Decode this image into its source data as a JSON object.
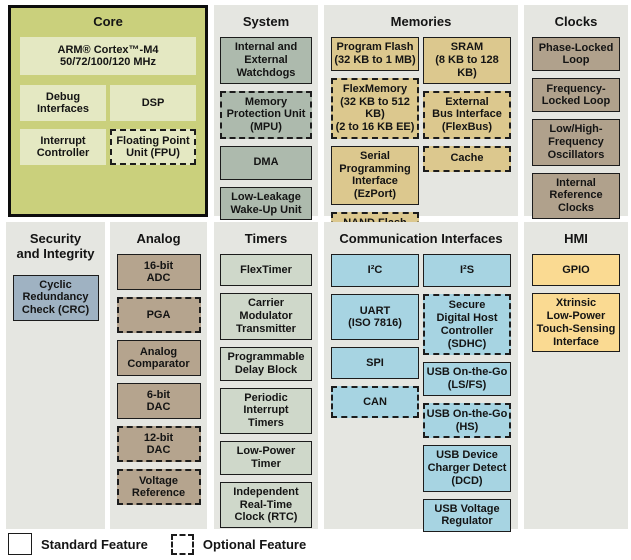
{
  "sections": {
    "core": {
      "title": "Core",
      "blocks": {
        "arm": "ARM® Cortex™-M4\n50/72/100/120 MHz",
        "debug": "Debug\nInterfaces",
        "dsp": "DSP",
        "interrupt": "Interrupt\nController",
        "fpu": "Floating Point\nUnit (FPU)"
      }
    },
    "system": {
      "title": "System",
      "blocks": {
        "watchdogs": "Internal and\nExternal\nWatchdogs",
        "mpu": "Memory\nProtection Unit\n(MPU)",
        "dma": "DMA",
        "llwu": "Low-Leakage\nWake-Up Unit"
      }
    },
    "memories": {
      "title": "Memories",
      "blocks": {
        "program_flash": "Program Flash\n(32 KB to 1 MB)",
        "flexmemory": "FlexMemory\n(32 KB to 512 KB)\n(2 to 16 KB EE)",
        "ezport": "Serial\nProgramming\nInterface\n(EzPort)",
        "nand": "NAND Flash\nController",
        "sram": "SRAM\n(8 KB to 128 KB)",
        "flexbus": "External\nBus Interface\n(FlexBus)",
        "cache": "Cache"
      }
    },
    "clocks": {
      "title": "Clocks",
      "blocks": {
        "pll": "Phase-Locked\nLoop",
        "fll": "Frequency-\nLocked Loop",
        "osc": "Low/High-\nFrequency\nOscillators",
        "irc": "Internal\nReference\nClocks"
      }
    },
    "security": {
      "title": "Security\nand Integrity",
      "blocks": {
        "crc": "Cyclic\nRedundancy\nCheck (CRC)"
      }
    },
    "analog": {
      "title": "Analog",
      "blocks": {
        "adc": "16-bit\nADC",
        "pga": "PGA",
        "comparator": "Analog\nComparator",
        "dac6": "6-bit\nDAC",
        "dac12": "12-bit\nDAC",
        "vref": "Voltage\nReference"
      }
    },
    "timers": {
      "title": "Timers",
      "blocks": {
        "flextimer": "FlexTimer",
        "cmt": "Carrier\nModulator\nTransmitter",
        "pdb": "Programmable\nDelay Block",
        "pit": "Periodic\nInterrupt\nTimers",
        "lptmr": "Low-Power\nTimer",
        "rtc": "Independent\nReal-Time\nClock (RTC)"
      }
    },
    "comm": {
      "title": "Communication Interfaces",
      "blocks": {
        "i2c": "I²C",
        "uart": "UART\n(ISO 7816)",
        "spi": "SPI",
        "can": "CAN",
        "i2s": "I²S",
        "sdhc": "Secure\nDigital Host\nController\n(SDHC)",
        "usb_otg_fs": "USB On-the-Go\n(LS/FS)",
        "usb_otg_hs": "USB On-the-Go\n(HS)",
        "usb_dcd": "USB Device\nCharger Detect\n(DCD)",
        "usb_reg": "USB Voltage\nRegulator"
      }
    },
    "hmi": {
      "title": "HMI",
      "blocks": {
        "gpio": "GPIO",
        "tsi": "Xtrinsic\nLow-Power\nTouch-Sensing\nInterface"
      }
    }
  },
  "legend": {
    "standard": "Standard Feature",
    "optional": "Optional Feature"
  },
  "colors": {
    "panel_bg": "#e5e6e1",
    "core_bg": "#cad07c",
    "core_blk": "#e4e8c2",
    "system_blk": "#adbaad",
    "timers_blk": "#cfd8ca",
    "memories_blk": "#dcc88e",
    "clocks_blk": "#b0a18c",
    "security_blk": "#9fb2c2",
    "analog_blk": "#b5a48e",
    "comm_blk": "#a7d4e2",
    "hmi_blk": "#fada92",
    "line": "#1c1c1c",
    "text": "#141414"
  }
}
